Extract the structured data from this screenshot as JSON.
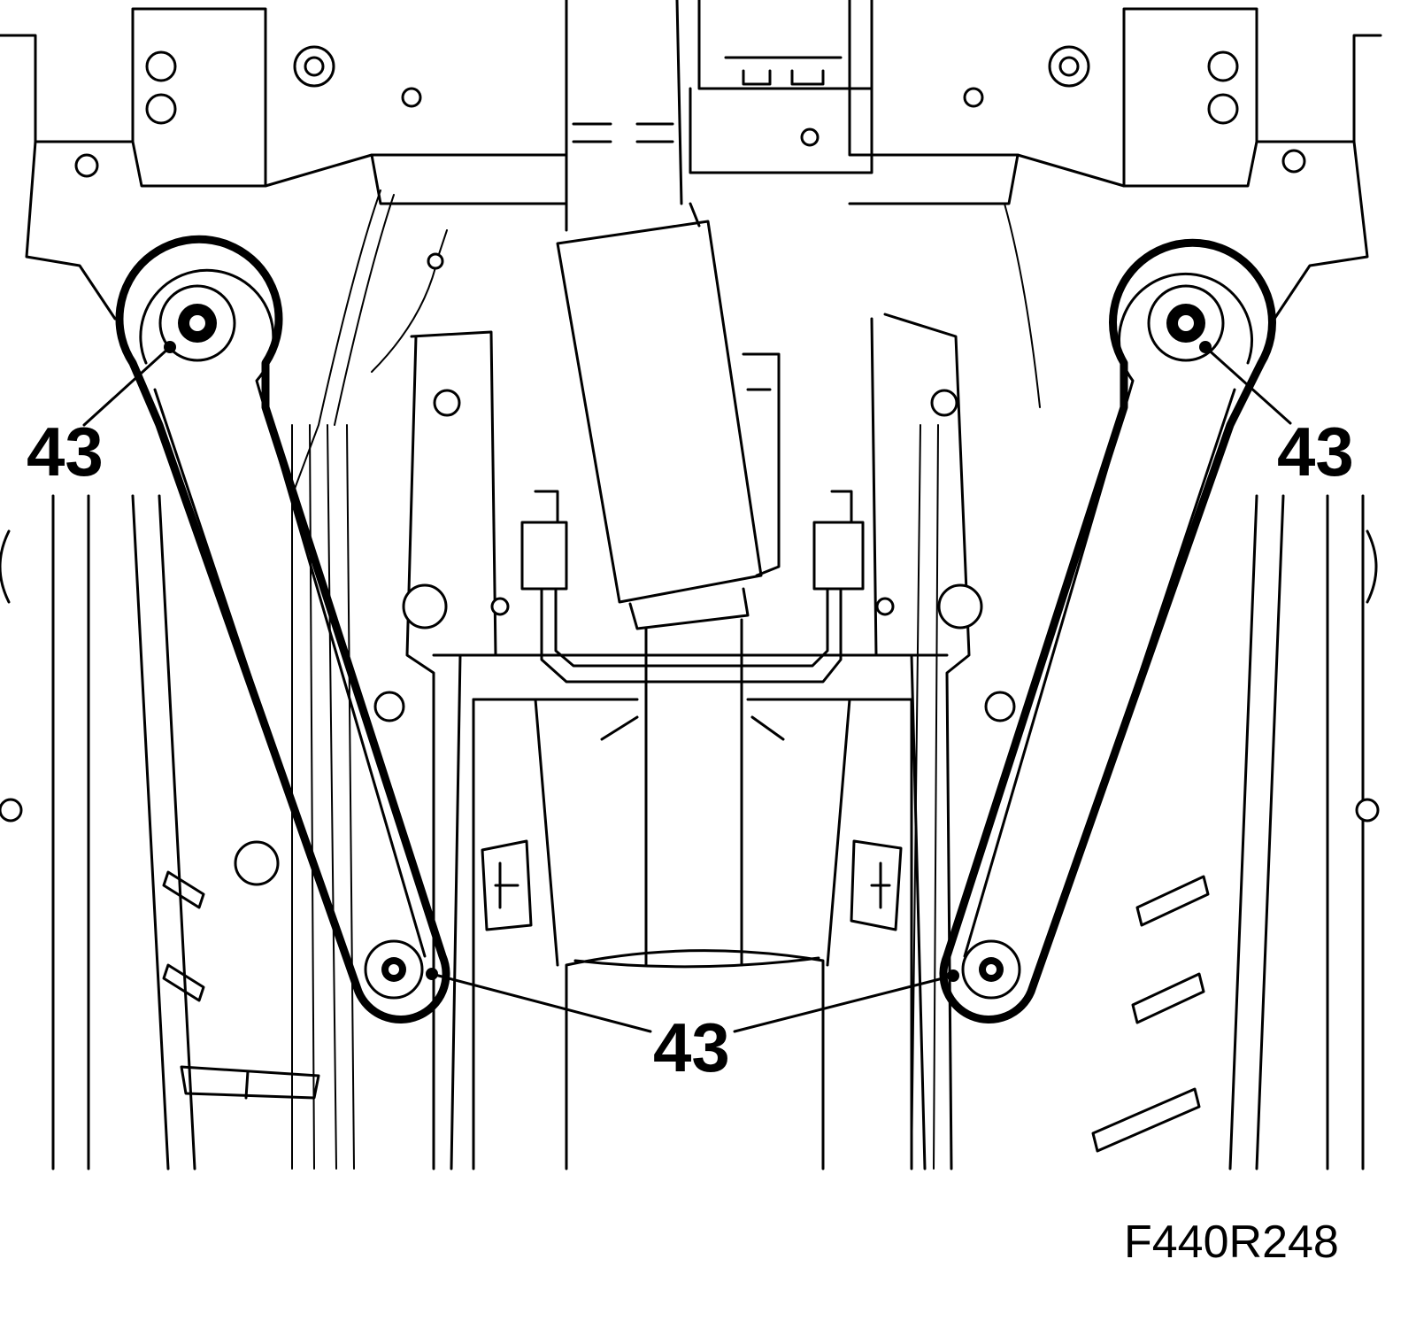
{
  "callouts": {
    "upper_left": "43",
    "upper_right": "43",
    "lower_center": "43"
  },
  "figure_id": "F440R248"
}
